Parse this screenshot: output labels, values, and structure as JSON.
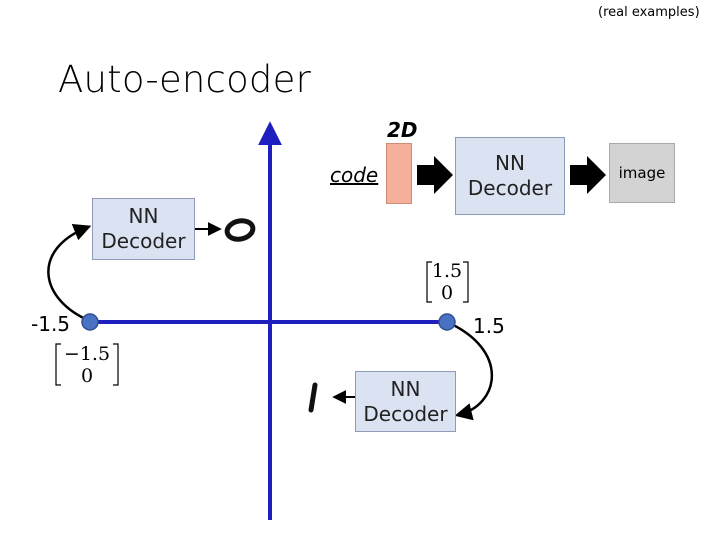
{
  "header": {
    "note": "(real examples)",
    "title": "Auto-encoder"
  },
  "labels": {
    "dim": "2D",
    "code": "code",
    "image": "image"
  },
  "decoders": {
    "top": "NN\nDecoder",
    "left": "NN\nDecoder",
    "bottom": "NN\nDecoder"
  },
  "points": {
    "left_value": "-1.5",
    "right_value": "1.5",
    "left_vector": [
      "−1.5",
      "0"
    ],
    "right_vector": [
      "1.5",
      "0"
    ]
  },
  "colors": {
    "axis": "#1f1fbf",
    "point": "#4a72c4",
    "code": "#f4b09a",
    "decoder": "#dbe3f2",
    "image": "#d3d3d3"
  },
  "icons": {
    "arrow": "block-arrow-right-icon",
    "digit_zero": "handwritten-zero-icon",
    "digit_one": "handwritten-one-icon"
  }
}
